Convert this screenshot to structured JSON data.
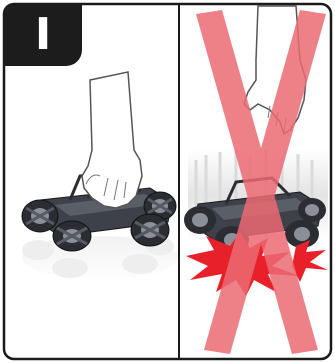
{
  "step": {
    "label": "I"
  },
  "panels": [
    {
      "name": "correct-handling",
      "icon": "hand-holding-car-icon"
    },
    {
      "name": "incorrect-handling",
      "icon": "hand-dropping-car-icon",
      "prohibited": true
    }
  ],
  "colors": {
    "frame": "#1a1a1a",
    "prohibited_x": "#ec6a74",
    "impact": "#e8202a",
    "car_body": "#4a4d55",
    "hand": "#ffffff"
  }
}
